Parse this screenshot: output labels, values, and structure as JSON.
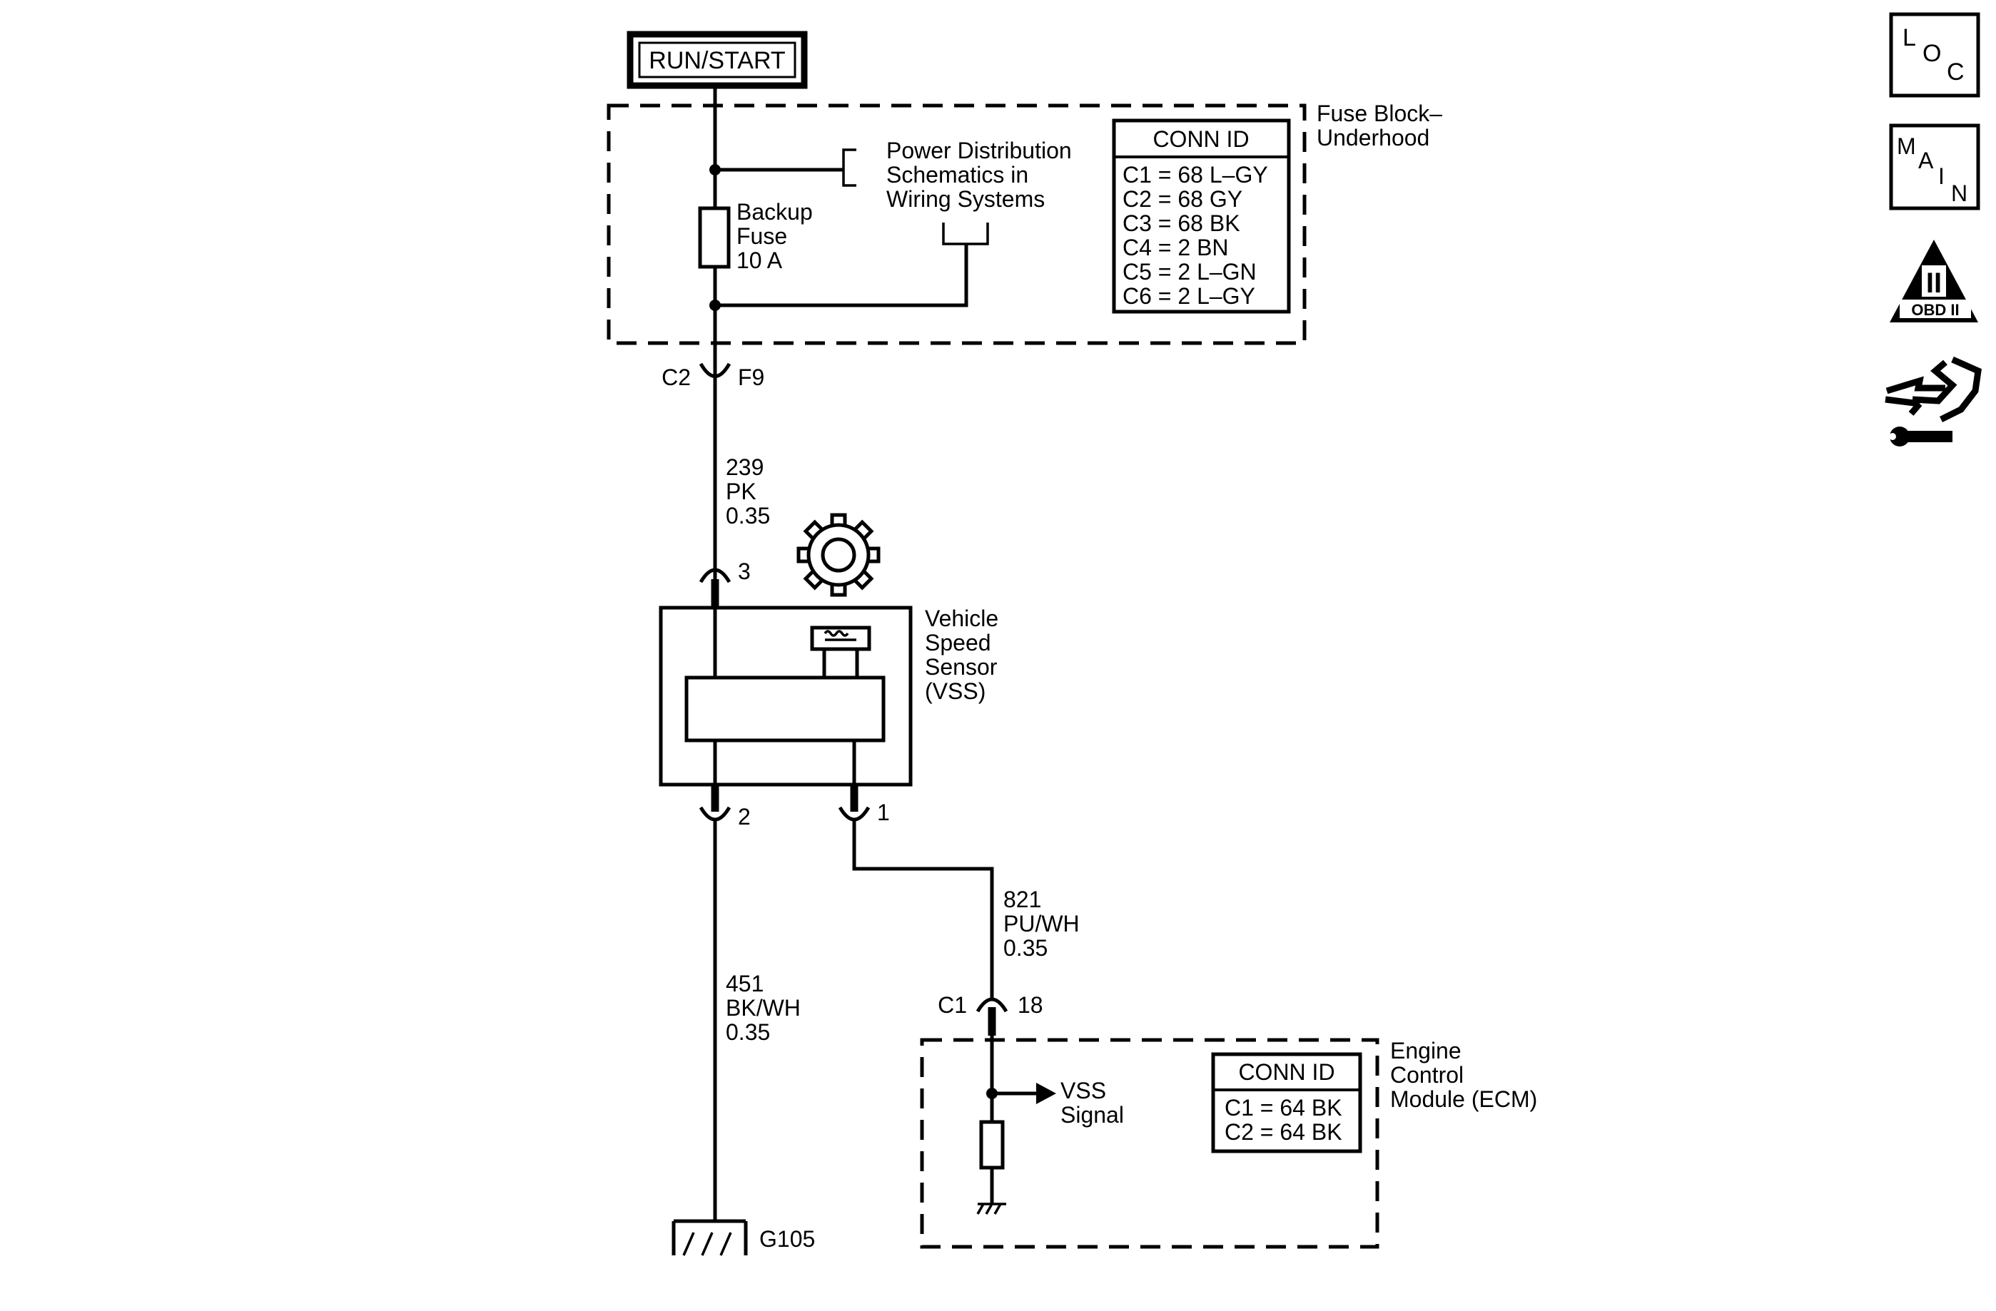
{
  "power_source": {
    "label": "RUN/START"
  },
  "fuse_block": {
    "title_line1": "Fuse Block–",
    "title_line2": "Underhood",
    "fuse": {
      "line1": "Backup",
      "line2": "Fuse",
      "line3": "10 A"
    },
    "reference": {
      "line1": "Power Distribution",
      "line2": "Schematics in",
      "line3": "Wiring Systems"
    },
    "conn_id": {
      "header": "CONN ID",
      "rows": [
        "C1 = 68 L–GY",
        "C2 = 68 GY",
        "C3 = 68 BK",
        "C4 = 2 BN",
        "C5 = 2 L–GN",
        "C6 = 2 L–GY"
      ]
    }
  },
  "connectors": {
    "fuse_out": {
      "conn": "C2",
      "pin": "F9"
    },
    "vss_pin3": "3",
    "vss_pin2": "2",
    "vss_pin1": "1",
    "ecm_in": {
      "conn": "C1",
      "pin": "18"
    }
  },
  "wires": {
    "w239": {
      "circuit": "239",
      "color": "PK",
      "gauge": "0.35"
    },
    "w821": {
      "circuit": "821",
      "color": "PU/WH",
      "gauge": "0.35"
    },
    "w451": {
      "circuit": "451",
      "color": "BK/WH",
      "gauge": "0.35"
    }
  },
  "vss": {
    "line1": "Vehicle",
    "line2": "Speed",
    "line3": "Sensor",
    "line4": "(VSS)"
  },
  "ecm": {
    "title_line1": "Engine",
    "title_line2": "Control",
    "title_line3": "Module (ECM)",
    "signal_line1": "VSS",
    "signal_line2": "Signal",
    "conn_id": {
      "header": "CONN ID",
      "rows": [
        "C1 = 64 BK",
        "C2 = 64 BK"
      ]
    }
  },
  "ground": {
    "label": "G105"
  },
  "side_icons": [
    {
      "icon": "loc-icon",
      "letters": [
        "L",
        "O",
        "C"
      ]
    },
    {
      "icon": "main-icon",
      "letters": [
        "M",
        "A",
        "I",
        "N"
      ]
    },
    {
      "icon": "obd-ii-icon",
      "roman": "II",
      "text": "OBD II"
    },
    {
      "icon": "connector-repair-icon"
    }
  ]
}
